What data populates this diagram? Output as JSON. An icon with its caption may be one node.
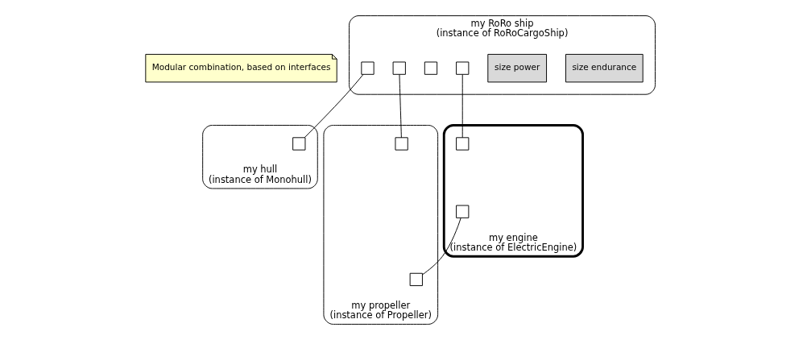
{
  "diagram": {
    "nodes": [
      {
        "text": [
          "Modular combination, based on interfaces"
        ]
      },
      {
        "text": [
          "my RoRo ship",
          "(instance of RoRoCargoShip)"
        ]
      },
      {
        "text": [
          "size endurance"
        ],
        "in": 1
      },
      {
        "text": [
          "size power"
        ],
        "in": 1
      },
      {
        "text": [],
        "shape": "box",
        "in": 1
      },
      {
        "text": [],
        "shape": "box",
        "in": 1
      },
      {
        "text": [],
        "shape": "box",
        "in": 1
      },
      {
        "text": [],
        "shape": "box",
        "in": 1
      },
      {
        "text": [
          "my hull",
          "(instance of Monohull)"
        ]
      },
      {
        "text": [],
        "shape": "box",
        "in": 8
      },
      {
        "text": [
          "my engine",
          "(instance of ElectricEngine)"
        ]
      },
      {
        "text": [],
        "shape": "box",
        "in": 10
      },
      {
        "text": [],
        "shape": "box",
        "in": 10
      },
      {
        "text": [
          "my propeller",
          "(instance of Propeller)"
        ]
      },
      {
        "text": [],
        "shape": "box",
        "in": 13
      },
      {
        "text": [],
        "shape": "box",
        "in": 13
      }
    ],
    "edges": [
      {
        "from": 4,
        "to": 9,
        "arrow": "none"
      },
      {
        "from": 5,
        "to": 14,
        "arrow": "none"
      },
      {
        "from": 7,
        "to": 11,
        "arrow": "none"
      },
      {
        "from": 12,
        "to": 15,
        "arrow": "none"
      }
    ]
  }
}
